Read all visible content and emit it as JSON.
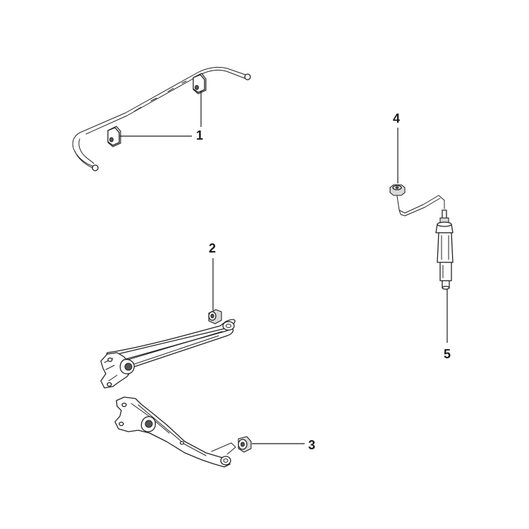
{
  "callouts": [
    {
      "id": "1",
      "label": "1"
    },
    {
      "id": "2",
      "label": "2"
    },
    {
      "id": "3",
      "label": "3"
    },
    {
      "id": "4",
      "label": "4"
    },
    {
      "id": "5",
      "label": "5"
    }
  ],
  "parts": [
    {
      "callout": "1",
      "name": "stabilizer-bar-bushing"
    },
    {
      "callout": "2",
      "name": "upper-arm-bushing"
    },
    {
      "callout": "3",
      "name": "lower-arm-bushing"
    },
    {
      "callout": "4",
      "name": "shock-absorber-nut"
    },
    {
      "callout": "5",
      "name": "shock-absorber"
    }
  ]
}
